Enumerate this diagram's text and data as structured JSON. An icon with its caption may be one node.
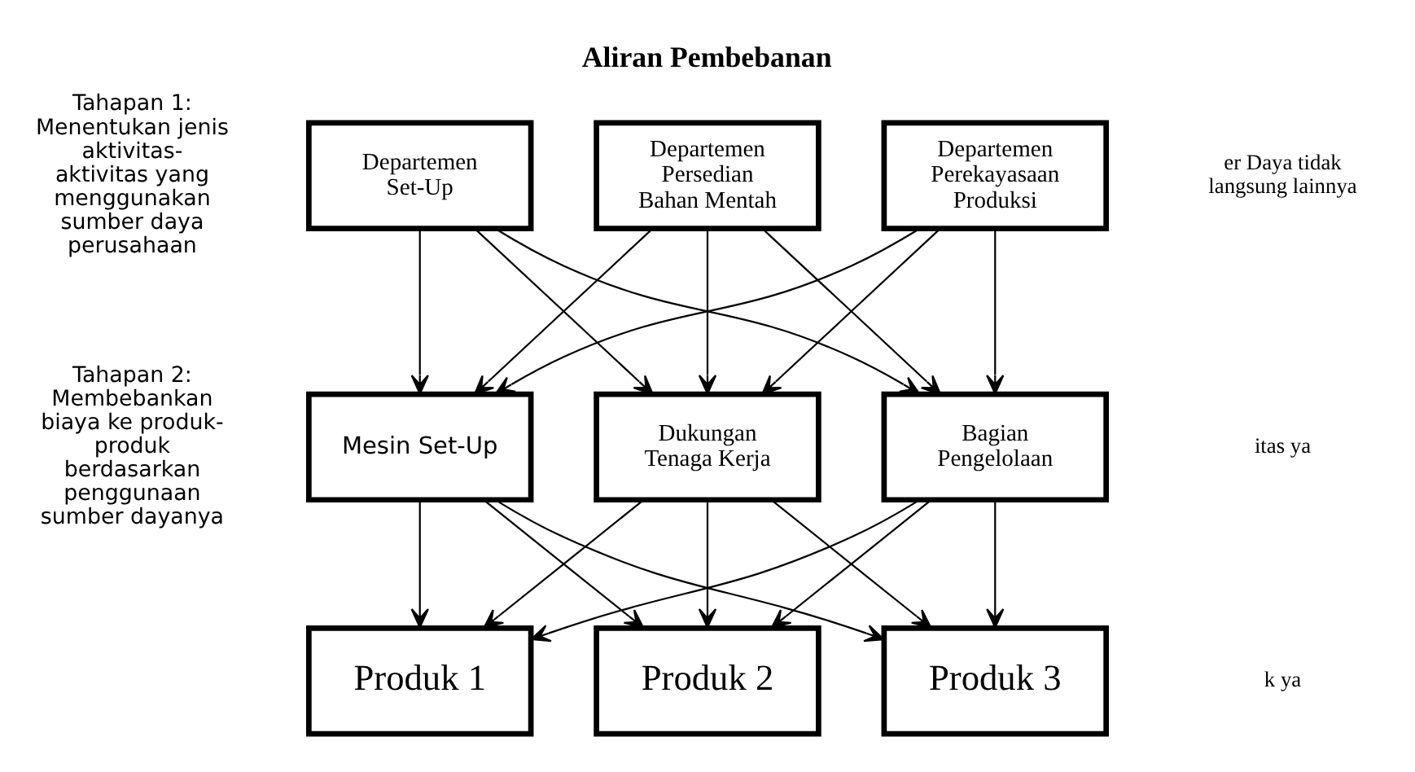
{
  "diagram": {
    "title": "Aliran Pembebanan",
    "nodes": [
      {
        "text": [
          "Departemen Set-Up"
        ]
      },
      {
        "text": [
          "Departemen Persedian Bahan Mentah"
        ]
      },
      {
        "text": [
          "Departemen Perekayasaan Produksi"
        ]
      },
      {
        "text": [
          "Mesin Set-Up"
        ]
      },
      {
        "text": [
          "Dukungan Tenaga Kerja"
        ]
      },
      {
        "text": [
          "Bagian Pengelolaan"
        ]
      },
      {
        "text": [
          "Produk 1"
        ]
      },
      {
        "text": [
          "Produk 2"
        ]
      },
      {
        "text": [
          "Produk 3"
        ]
      }
    ],
    "edges": [
      {
        "from": 0,
        "to": 3,
        "arrow": "to"
      },
      {
        "from": 0,
        "to": 4,
        "arrow": "to"
      },
      {
        "from": 0,
        "to": 5,
        "arrow": "to"
      },
      {
        "from": 1,
        "to": 3,
        "arrow": "to"
      },
      {
        "from": 1,
        "to": 4,
        "arrow": "to"
      },
      {
        "from": 1,
        "to": 5,
        "arrow": "to"
      },
      {
        "from": 2,
        "to": 3,
        "arrow": "to"
      },
      {
        "from": 2,
        "to": 4,
        "arrow": "to"
      },
      {
        "from": 2,
        "to": 5,
        "arrow": "to"
      },
      {
        "from": 3,
        "to": 6,
        "arrow": "to"
      },
      {
        "from": 3,
        "to": 7,
        "arrow": "to"
      },
      {
        "from": 3,
        "to": 8,
        "arrow": "to"
      },
      {
        "from": 4,
        "to": 6,
        "arrow": "to"
      },
      {
        "from": 4,
        "to": 7,
        "arrow": "to"
      },
      {
        "from": 4,
        "to": 8,
        "arrow": "to"
      },
      {
        "from": 5,
        "to": 6,
        "arrow": "to"
      },
      {
        "from": 5,
        "to": 7,
        "arrow": "to"
      },
      {
        "from": 5,
        "to": 8,
        "arrow": "to"
      }
    ],
    "labels": [
      "Tahapan 1: Menentukan jenis aktivitas-aktivitas yang menggunakan sumber daya perusahaan",
      "er Daya tidak langsung lainnya",
      "Tahapan 2: Membebankan biaya ke produk-produk berdasarkan penggunaan sumber dayanya",
      "itas ya",
      "k ya"
    ]
  }
}
